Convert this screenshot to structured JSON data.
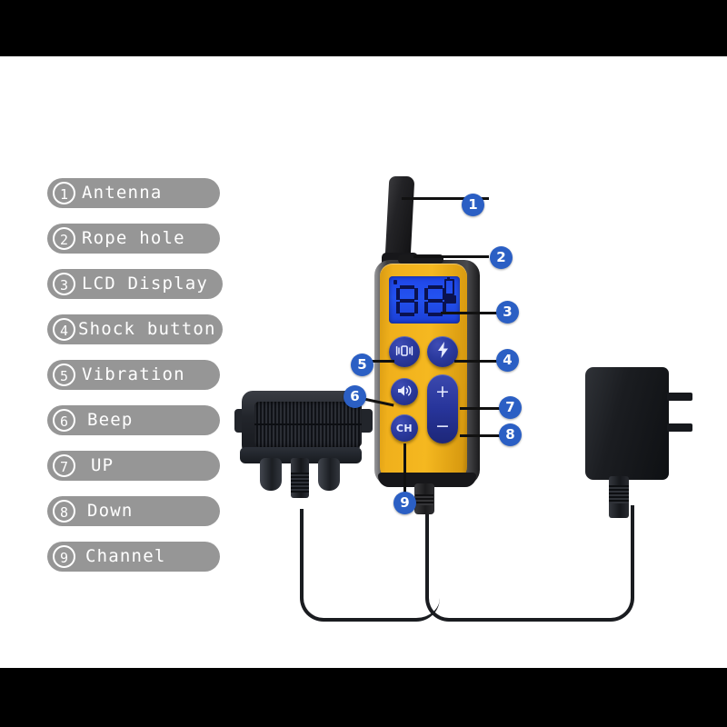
{
  "image": {
    "subject": "Dog training collar kit exploded callout diagram",
    "background_color": "#ffffff",
    "letterbox_color": "#000000"
  },
  "legend": {
    "pill_color": "#969696",
    "text_color": "#ffffff",
    "items": [
      {
        "number": "1",
        "label": "Antenna",
        "pill_width": 190
      },
      {
        "number": "2",
        "label": "Rope hole",
        "pill_width": 190
      },
      {
        "number": "3",
        "label": "LCD Display",
        "pill_width": 193
      },
      {
        "number": "4",
        "label": "Shock button",
        "pill_width": 193
      },
      {
        "number": "5",
        "label": "Vibration",
        "pill_width": 190
      },
      {
        "number": "6",
        "label": "Beep",
        "pill_width": 190
      },
      {
        "number": "7",
        "label": "UP",
        "pill_width": 190
      },
      {
        "number": "8",
        "label": "Down",
        "pill_width": 190
      },
      {
        "number": "9",
        "label": "Channel",
        "pill_width": 190
      }
    ]
  },
  "callouts": {
    "badge_color": "#2b5fc4",
    "badge_text_color": "#ffffff",
    "leader_color": "#111111",
    "markers": [
      {
        "number": "1",
        "target": "antenna"
      },
      {
        "number": "2",
        "target": "rope-hole"
      },
      {
        "number": "3",
        "target": "lcd-display"
      },
      {
        "number": "4",
        "target": "shock-button"
      },
      {
        "number": "5",
        "target": "vibration-button"
      },
      {
        "number": "6",
        "target": "beep-button"
      },
      {
        "number": "7",
        "target": "up-button"
      },
      {
        "number": "8",
        "target": "down-button"
      },
      {
        "number": "9",
        "target": "channel-button"
      }
    ]
  },
  "remote": {
    "body_color": "#f5b820",
    "shell_color": "#2a2a2c",
    "button_color": "#2b3a9e",
    "lcd": {
      "backlight_color": "#2352f0",
      "segment_color": "#0a1250",
      "value": "88",
      "battery_indicator": true,
      "signal_indicator": true,
      "dot_indicator": true
    },
    "buttons": [
      {
        "name": "vibration",
        "icon": "vibration-icon"
      },
      {
        "name": "shock",
        "icon": "lightning-bolt-icon"
      },
      {
        "name": "beep",
        "icon": "speaker-icon"
      },
      {
        "name": "channel",
        "label": "CH"
      },
      {
        "name": "up",
        "label": "+"
      },
      {
        "name": "down",
        "label": "−"
      }
    ]
  },
  "collar_receiver": {
    "body_color": "#22252b",
    "solar_panel": true,
    "contact_prongs": 2
  },
  "power_adapter": {
    "body_color": "#1b1d21",
    "plug_prongs": 2
  }
}
